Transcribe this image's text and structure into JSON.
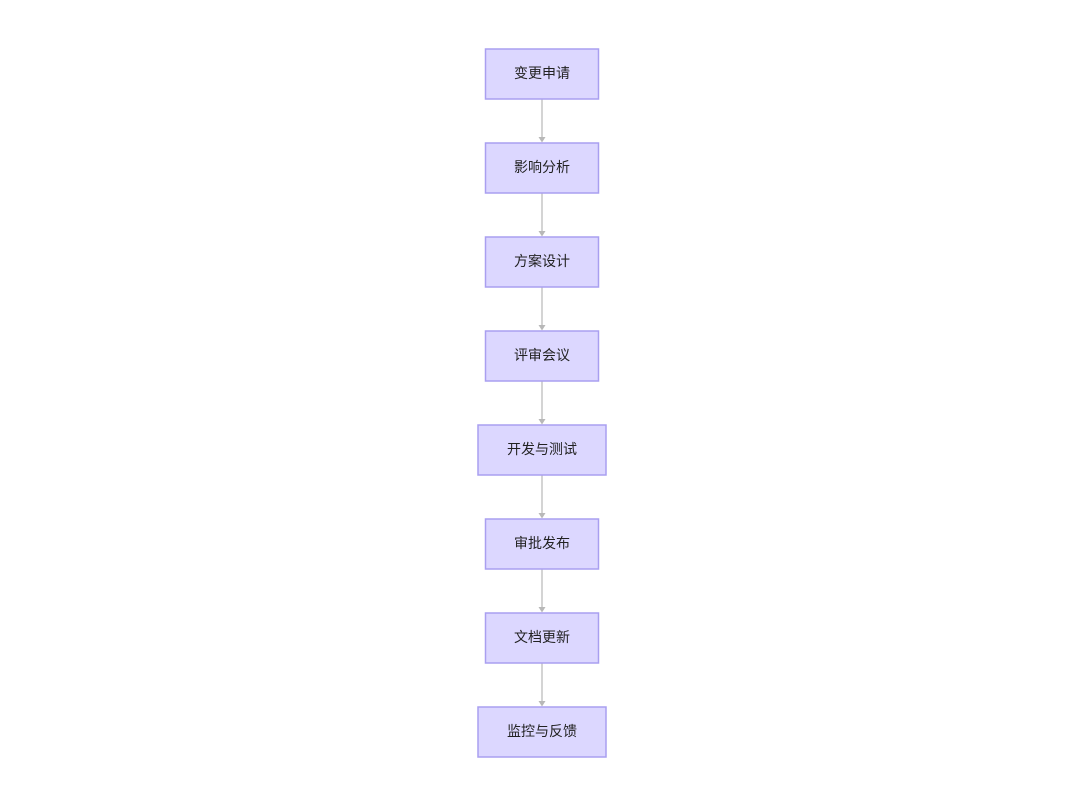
{
  "flowchart": {
    "direction": "top-down",
    "colors": {
      "node_fill": "#dcd7ff",
      "node_border": "#a99ff0",
      "edge": "#b8b8b8",
      "text": "#222222"
    },
    "nodes": [
      {
        "id": "n1",
        "label": "变更申请"
      },
      {
        "id": "n2",
        "label": "影响分析"
      },
      {
        "id": "n3",
        "label": "方案设计"
      },
      {
        "id": "n4",
        "label": "评审会议"
      },
      {
        "id": "n5",
        "label": "开发与测试"
      },
      {
        "id": "n6",
        "label": "审批发布"
      },
      {
        "id": "n7",
        "label": "文档更新"
      },
      {
        "id": "n8",
        "label": "监控与反馈"
      }
    ],
    "edges": [
      {
        "from": "n1",
        "to": "n2"
      },
      {
        "from": "n2",
        "to": "n3"
      },
      {
        "from": "n3",
        "to": "n4"
      },
      {
        "from": "n4",
        "to": "n5"
      },
      {
        "from": "n5",
        "to": "n6"
      },
      {
        "from": "n6",
        "to": "n7"
      },
      {
        "from": "n7",
        "to": "n8"
      }
    ]
  }
}
